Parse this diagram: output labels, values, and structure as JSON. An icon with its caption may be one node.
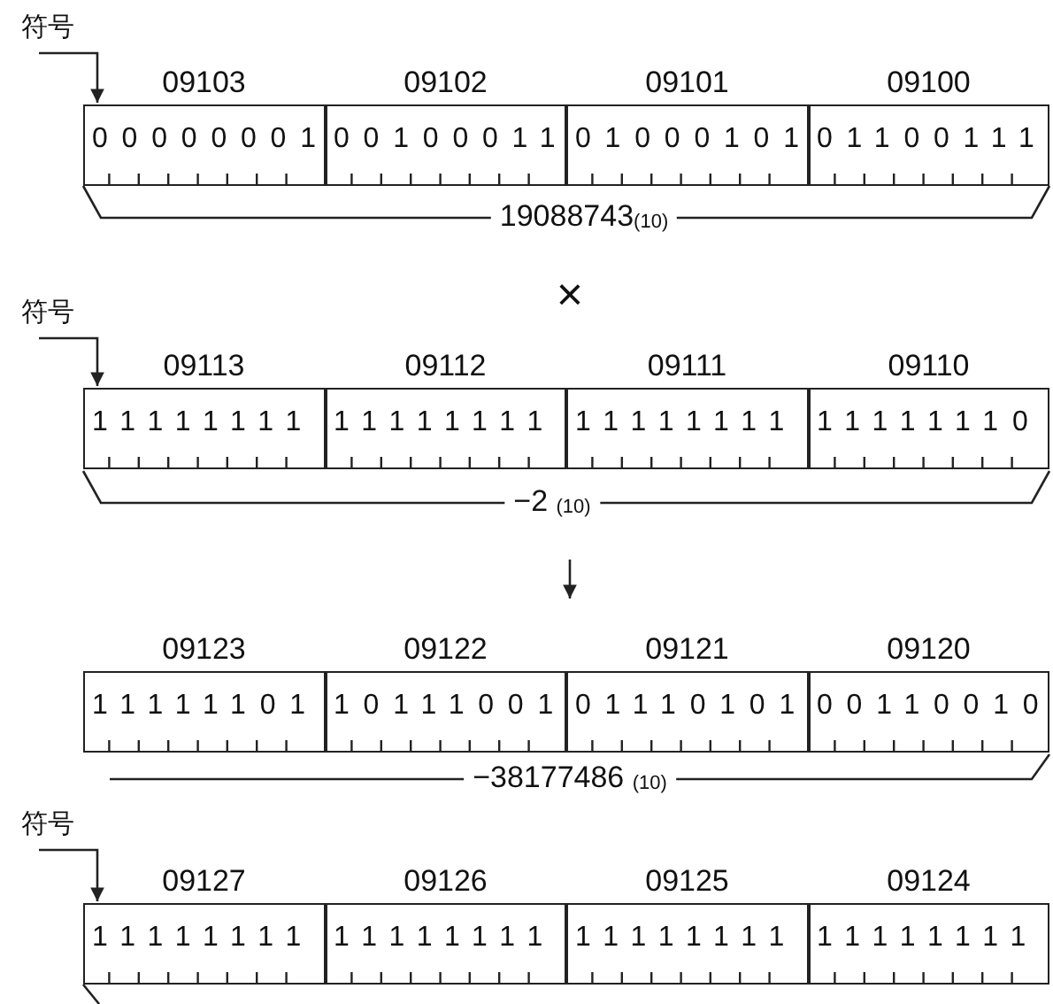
{
  "diagram": {
    "nodes": [
      {
        "text": [
          "符号"
        ]
      },
      {
        "text": [
          "09103",
          "00000001"
        ]
      },
      {
        "text": [
          "09102",
          "00100011"
        ]
      },
      {
        "text": [
          "09101",
          "01000101"
        ]
      },
      {
        "text": [
          "09100",
          "01100111"
        ]
      },
      {
        "text": [
          "符号"
        ]
      },
      {
        "text": [
          "09113",
          "11111111"
        ]
      },
      {
        "text": [
          "09112",
          "11111111"
        ]
      },
      {
        "text": [
          "09111",
          "11111111"
        ]
      },
      {
        "text": [
          "09110",
          "11111110"
        ]
      },
      {
        "text": [
          "09123",
          "11111101"
        ]
      },
      {
        "text": [
          "09122",
          "10111001"
        ]
      },
      {
        "text": [
          "09121",
          "01110101"
        ]
      },
      {
        "text": [
          "09120",
          "00110010"
        ]
      },
      {
        "text": [
          "符号"
        ]
      },
      {
        "text": [
          "09127",
          "11111111"
        ]
      },
      {
        "text": [
          "09126",
          "11111111"
        ]
      },
      {
        "text": [
          "09125",
          "11111111"
        ]
      },
      {
        "text": [
          "09124",
          "11111111"
        ]
      }
    ],
    "edges": [
      {
        "from": 0,
        "to": 1,
        "arrow": "to"
      },
      {
        "from": 5,
        "to": 6,
        "arrow": "to"
      },
      {
        "from": 14,
        "to": 15,
        "arrow": "to"
      }
    ],
    "labels": [
      "19088743$_{(10)}$",
      "×",
      "−2 $_{(10)}$",
      "−38177486 $_{(10)}$"
    ]
  }
}
